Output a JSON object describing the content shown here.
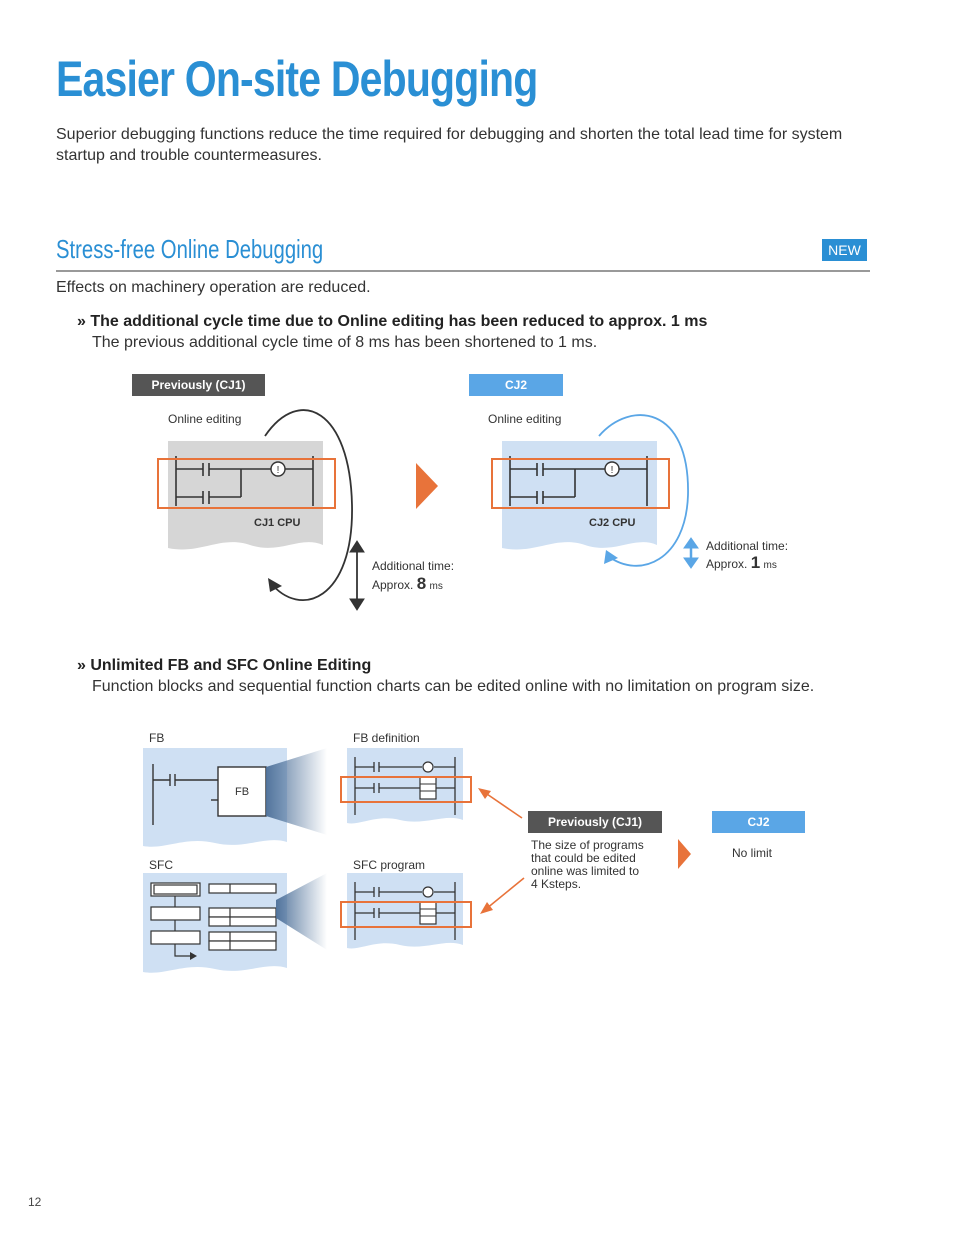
{
  "header": {
    "title": "Easier On-site Debugging",
    "intro": "Superior debugging functions reduce the time required for debugging and shorten the total lead time for system startup and trouble countermeasures."
  },
  "section": {
    "title": "Stress-free Online Debugging",
    "badge": "NEW",
    "effects": "Effects on machinery operation are reduced."
  },
  "bullet1": {
    "head": "» The additional cycle time due to Online editing has been reduced to approx. 1 ms",
    "body": "The previous additional cycle time of 8 ms has been shortened to 1 ms."
  },
  "diagram1": {
    "left": {
      "tag": "Previously (CJ1)",
      "label": "Online editing",
      "cpu": "CJ1 CPU",
      "time_label": "Additional time:",
      "approx": "Approx.",
      "value": "8",
      "unit": "ms"
    },
    "right": {
      "tag": "CJ2",
      "label": "Online editing",
      "cpu": "CJ2 CPU",
      "time_label": "Additional time:",
      "approx": "Approx.",
      "value": "1",
      "unit": "ms"
    }
  },
  "bullet2": {
    "head": "» Unlimited FB and SFC Online Editing",
    "body": "Function blocks and sequential function charts can be edited online with no limitation on program size."
  },
  "diagram2": {
    "fb_label": "FB",
    "fb_box": "FB",
    "fb_def_label": "FB definition",
    "sfc_label": "SFC",
    "sfc_prog_label": "SFC program",
    "prev_tag": "Previously (CJ1)",
    "prev_text": [
      "The size of programs",
      "that could be edited",
      "online was limited to",
      "4 Ksteps."
    ],
    "new_tag": "CJ2",
    "new_text": "No limit"
  },
  "colors": {
    "accent_blue": "#2a8fd4",
    "highlight_orange": "#e8733a",
    "panel_gray": "#d6d6d6",
    "panel_blue": "#cfe0f3"
  },
  "footer": {
    "page_number": "12"
  }
}
